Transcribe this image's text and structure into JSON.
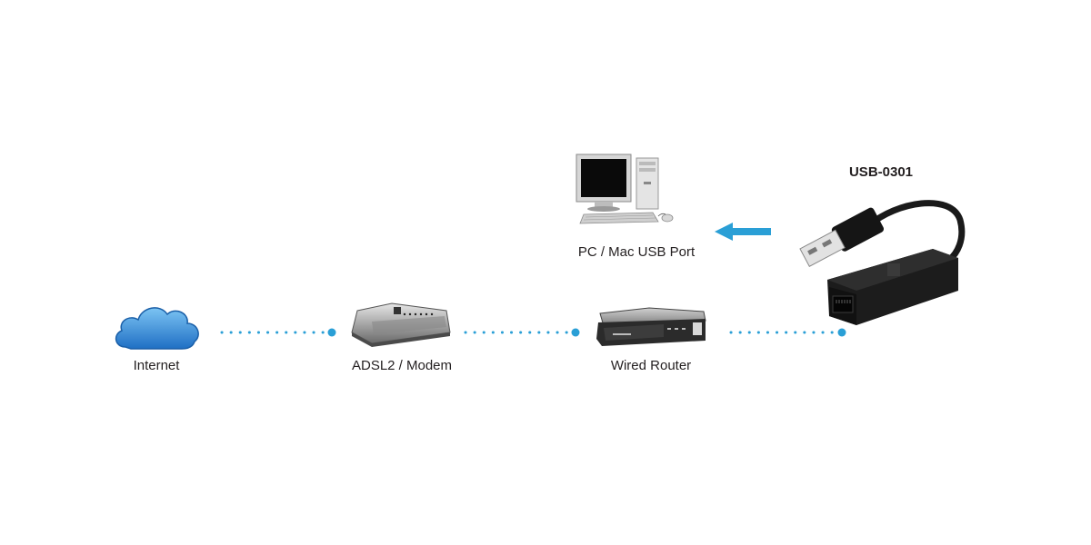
{
  "labels": {
    "internet": "Internet",
    "modem": "ADSL2 / Modem",
    "router": "Wired Router",
    "pc": "PC / Mac USB Port",
    "adapter": "USB-0301"
  },
  "colors": {
    "link": "#2a9fd6",
    "arrow": "#2a9fd6",
    "cloud": "#2e8ad8",
    "text": "#231f20"
  },
  "icons": {
    "internet": "cloud-icon",
    "modem": "modem-icon",
    "router": "router-icon",
    "pc": "desktop-computer-icon",
    "adapter": "usb-ethernet-adapter-icon"
  }
}
